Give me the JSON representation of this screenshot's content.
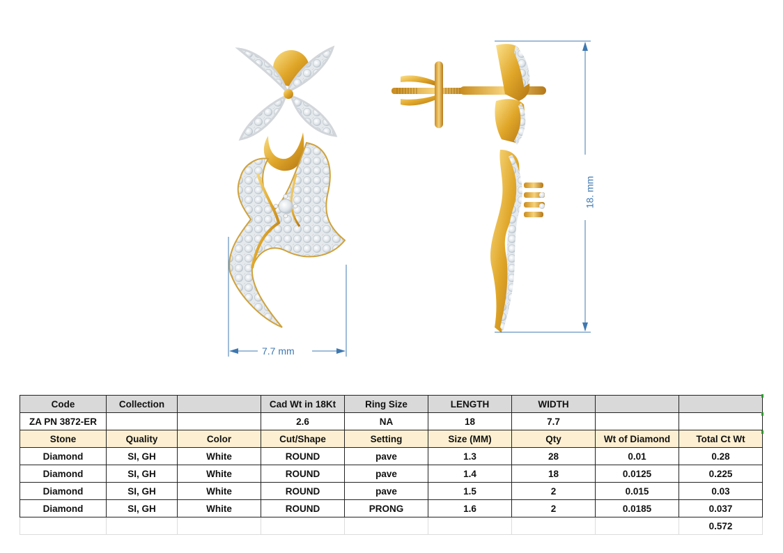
{
  "drawing": {
    "front_view": {
      "label": "earring-front-view"
    },
    "side_view": {
      "label": "earring-side-view"
    },
    "dimensions": {
      "width_label": "7.7 mm",
      "height_label": "18. mm",
      "line_color": "#3f78b0"
    },
    "metal_color": "#e0a72a",
    "stone_color": "#e8ecef"
  },
  "table": {
    "header_row": [
      "Code",
      "Collection",
      "",
      "Cad Wt in 18Kt",
      "Ring Size",
      "LENGTH",
      "WIDTH",
      "",
      ""
    ],
    "code_row": [
      "ZA PN 3872-ER",
      "",
      "",
      "2.6",
      "NA",
      "18",
      "7.7",
      "",
      ""
    ],
    "stone_header": [
      "Stone",
      "Quality",
      "Color",
      "Cut/Shape",
      "Setting",
      "Size (MM)",
      "Qty",
      "Wt of Diamond",
      "Total Ct Wt"
    ],
    "stones": [
      [
        "Diamond",
        "SI, GH",
        "White",
        "ROUND",
        "pave",
        "1.3",
        "28",
        "0.01",
        "0.28"
      ],
      [
        "Diamond",
        "SI, GH",
        "White",
        "ROUND",
        "pave",
        "1.4",
        "18",
        "0.0125",
        "0.225"
      ],
      [
        "Diamond",
        "SI, GH",
        "White",
        "ROUND",
        "pave",
        "1.5",
        "2",
        "0.015",
        "0.03"
      ],
      [
        "Diamond",
        "SI, GH",
        "White",
        "ROUND",
        "PRONG",
        "1.6",
        "2",
        "0.0185",
        "0.037"
      ]
    ],
    "total_row": [
      "",
      "",
      "",
      "",
      "",
      "",
      "",
      "",
      "0.572"
    ],
    "colors": {
      "header_grey": "#d9d9d9",
      "header_cream": "#fdf0d2"
    }
  }
}
